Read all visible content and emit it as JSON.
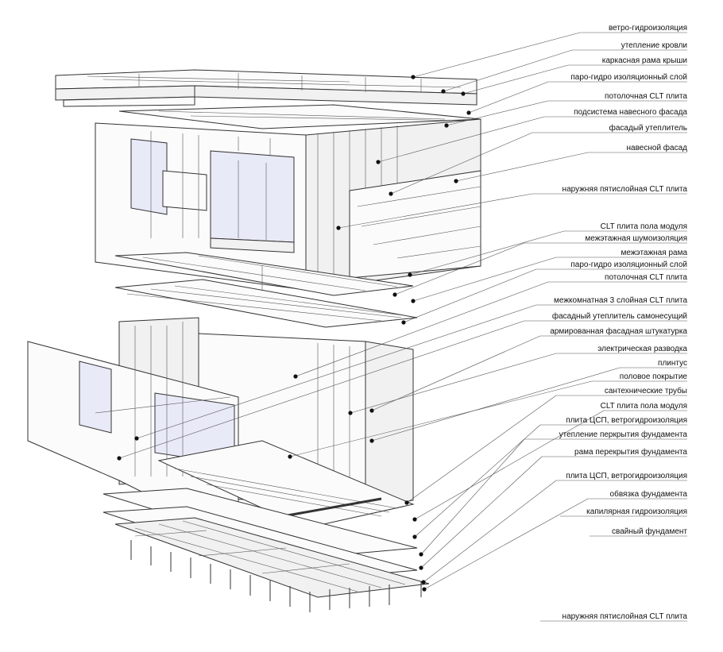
{
  "labels": [
    "ветро-гидроизоляция",
    "утепление кровли",
    "каркасная рама крыши",
    "паро-гидро изоляционный слой",
    "потолочная  CLT  плита",
    "подсистема навесного фасада",
    "фасадый утеплитель",
    "навесной фасад",
    "наружняя пятислойная CLT  плита",
    "CLT  плита пола модуля",
    "межэтажная шумоизоляция",
    "межэтажная рама",
    "паро-гидро изоляционный слой",
    "потолочная  CLT  плита",
    "межкомнатная 3 слойная CLT плита",
    "фасадный утеплитель  самонесущий",
    "армированная фасадная штукатурка",
    "электрическая разводка",
    "плинтус",
    "половое покрытие",
    "сантехнические трубы",
    "CLT  плита пола модуля",
    "плита  ЦСП, ветрогидроизоляция",
    "утепление перкрытия фундамента",
    "рама перекрытия фундамента",
    "плита  ЦСП, ветрогидроизоляция",
    "обвязка фундамента",
    "капилярная   гидроизоляция",
    "свайный фундамент",
    "наружняя пятислойная CLT  плита"
  ],
  "colors": {
    "line": "#333333",
    "glass": "#e9eaf8",
    "text": "#111111"
  }
}
